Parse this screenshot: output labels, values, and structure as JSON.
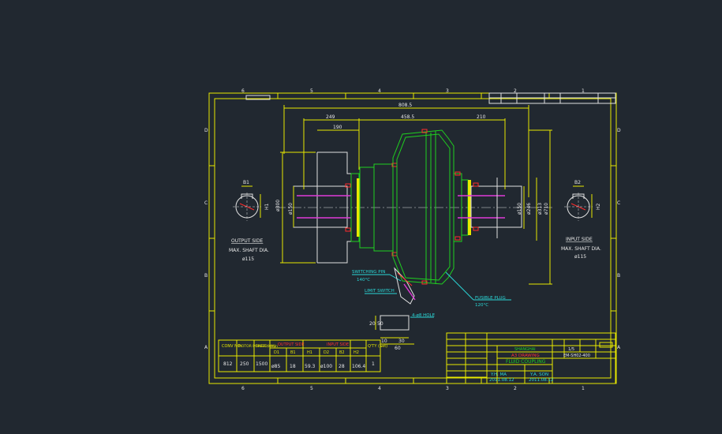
{
  "border": {
    "col_labels_top": [
      "6",
      "5",
      "4",
      "3",
      "2",
      "1"
    ],
    "col_labels_bottom": [
      "6",
      "5",
      "4",
      "3",
      "2",
      "1"
    ],
    "row_labels": [
      "D",
      "C",
      "B",
      "A"
    ]
  },
  "dimensions": {
    "overall": "808.5",
    "left": "249",
    "middle": "458.5",
    "right": "210",
    "inner_left": "190",
    "dia_output_housing": "ø300",
    "dia_output_shaft": "ø150",
    "dia_input_shaft": "ø150",
    "dia_input_246": "ø246",
    "dia_input_313": "ø313",
    "dia_input_710": "ø710"
  },
  "output_side": {
    "title": "OUTPUT SIDE",
    "line1": "MAX. SHAFT DIA.",
    "line2": "ø115",
    "b_label": "B1",
    "h_label": "H1"
  },
  "input_side": {
    "title": "INPUT SIDE",
    "line1": "MAX. SHAFT DIA.",
    "line2": "ø115",
    "b_label": "B2",
    "h_label": "H2"
  },
  "callouts": {
    "switching_pin": "SWITCHING PIN",
    "switching_pin_temp": "140°C",
    "limit_switch": "LIMIT SWITCH",
    "fusible_plug": "FUSIBLE PLUG",
    "fusible_plug_temp": "120°C",
    "hole": "4-ø8 HOLE",
    "d10": "10",
    "d30": "30",
    "d60": "60",
    "d20": "20",
    "d50": "50"
  },
  "spec_table": {
    "headers": [
      "CONV NO.",
      "MOTOR POWER (kW)",
      "SPEED r/min",
      "OUTPUT SIDE",
      "INPUT SIDE",
      "Q'TY (Set)"
    ],
    "sub_headers": [
      "D1",
      "B1",
      "H1",
      "D2",
      "B2",
      "H2"
    ],
    "row": [
      "812",
      "250",
      "1500",
      "ø85",
      "18",
      "59.3",
      "ø100",
      "28",
      "106.4",
      "1"
    ]
  },
  "title_block": {
    "company": "SHANGHAI",
    "title_line1": "FLUID COUPLING",
    "drawing_no": "EM-SH02-400",
    "scale": "1/5",
    "drawn_by": "Y.H. MA",
    "drawn_date": "2011.08.12",
    "checked_by": "Y.A. SON",
    "checked_date": "2011.08.12",
    "sub": "A3 DRAWING"
  },
  "colors": {
    "background": "#212830",
    "frame": "#e8e800",
    "body": "#1fd01f",
    "dim": "#2ad6d6",
    "accent": "#ff2b2b",
    "shaft": "#e03ad8"
  }
}
